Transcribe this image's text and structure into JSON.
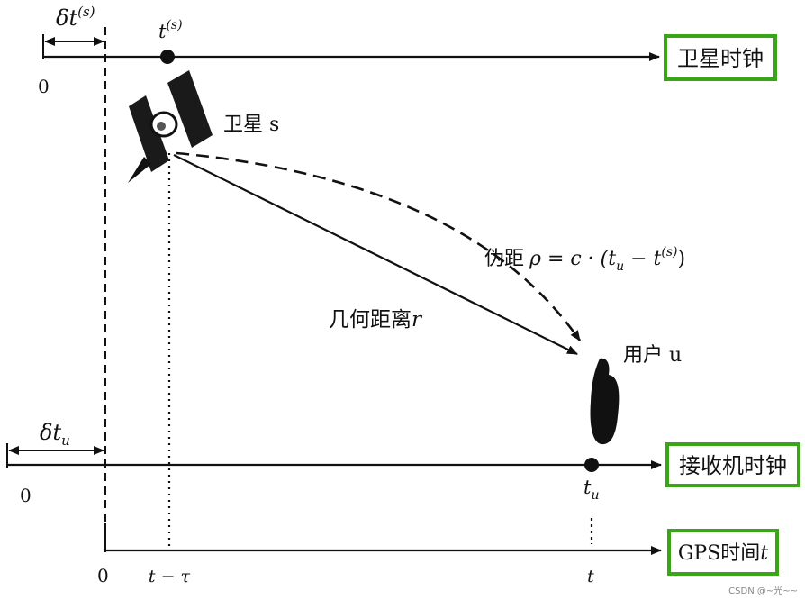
{
  "colors": {
    "line": "#111111",
    "box_border": "#3aa517",
    "watermark": "#888888"
  },
  "timelines": {
    "satellite_clock": {
      "label": "卫星时钟",
      "origin": "0",
      "offset_symbol": "δt",
      "offset_superscript": "(s)",
      "event_symbol": "t",
      "event_superscript": "(s)"
    },
    "receiver_clock": {
      "label": "接收机时钟",
      "origin": "0",
      "offset_symbol": "δt",
      "offset_subscript": "u",
      "event_symbol": "t",
      "event_subscript": "u"
    },
    "gps_time": {
      "label_prefix": "GPS时间",
      "label_var": "t",
      "origin": "0",
      "tick_transmit": "t − τ",
      "tick_receive": "t"
    }
  },
  "satellite": {
    "icon": "satellite-icon",
    "label": "卫星 s"
  },
  "user": {
    "icon": "user-receiver-icon",
    "label": "用户 u"
  },
  "geometric_distance": {
    "label_prefix": "几何距离",
    "label_var": "r"
  },
  "pseudorange": {
    "label_prefix": "伪距",
    "formula": "ρ = c · (t",
    "sub_u": "u",
    "minus": " − t",
    "sup_s": "(s)",
    "close": ")"
  },
  "watermark": "CSDN @~光~~"
}
